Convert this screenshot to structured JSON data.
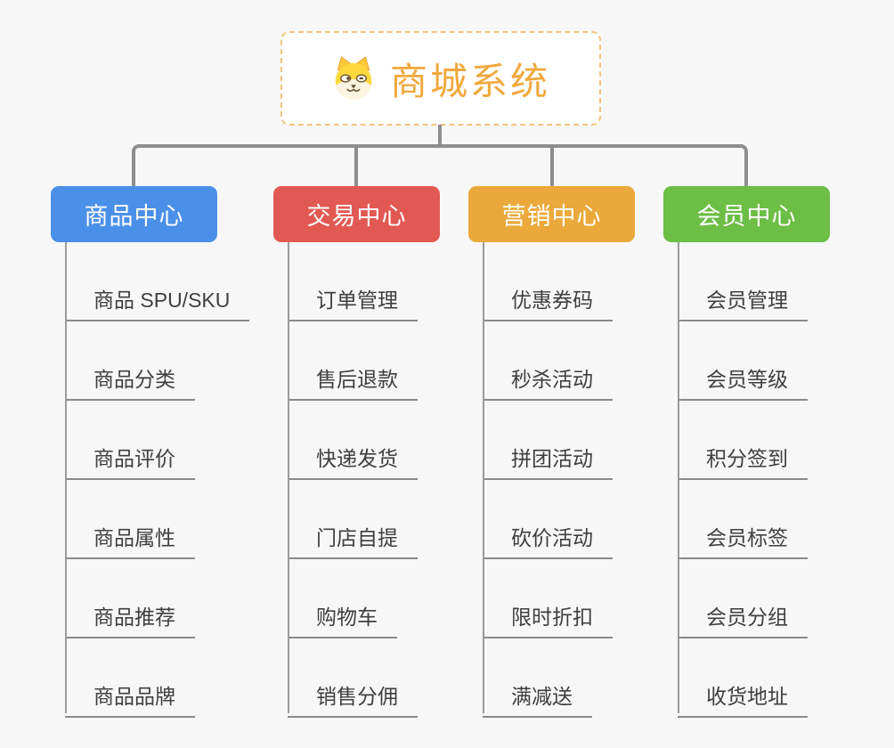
{
  "root": {
    "title": "商城系统",
    "icon": "dog-face-icon"
  },
  "branches": [
    {
      "id": "product-center",
      "label": "商品中心",
      "color": "#4b90e8",
      "children": [
        "商品 SPU/SKU",
        "商品分类",
        "商品评价",
        "商品属性",
        "商品推荐",
        "商品品牌"
      ]
    },
    {
      "id": "trade-center",
      "label": "交易中心",
      "color": "#e25852",
      "children": [
        "订单管理",
        "售后退款",
        "快递发货",
        "门店自提",
        "购物车",
        "销售分佣"
      ]
    },
    {
      "id": "marketing-center",
      "label": "营销中心",
      "color": "#eba93b",
      "children": [
        "优惠券码",
        "秒杀活动",
        "拼团活动",
        "砍价活动",
        "限时折扣",
        "满减送"
      ]
    },
    {
      "id": "member-center",
      "label": "会员中心",
      "color": "#6cbe45",
      "children": [
        "会员管理",
        "会员等级",
        "积分签到",
        "会员标签",
        "会员分组",
        "收货地址"
      ]
    }
  ],
  "colors": {
    "background": "#f7f7f7",
    "connector": "#8e8e8e",
    "underline": "#8a8a8a",
    "root_border": "#f2c47e",
    "root_title": "#f1a83e",
    "child_text": "#3f3f3f"
  }
}
